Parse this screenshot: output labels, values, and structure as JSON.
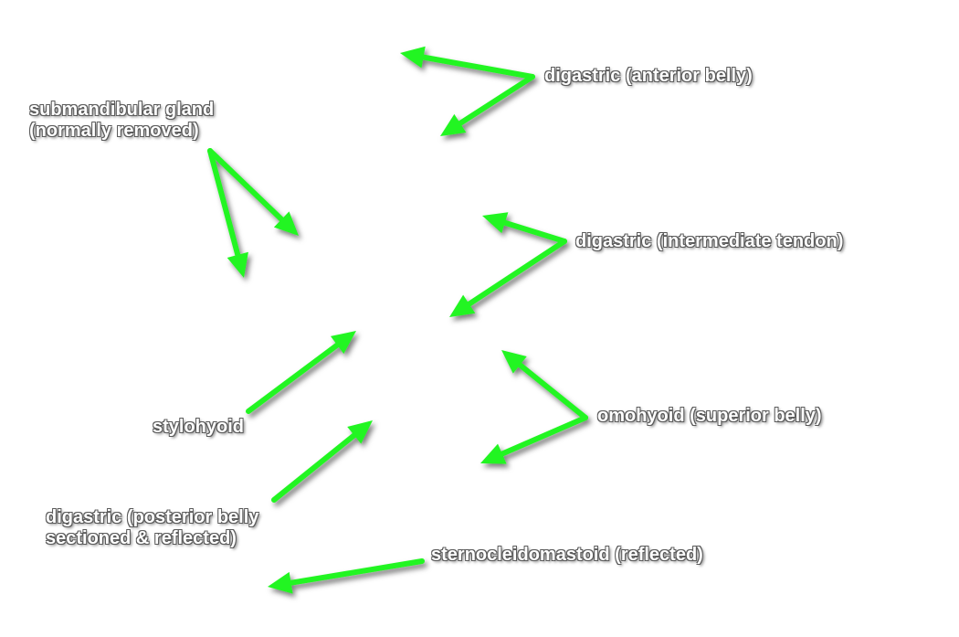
{
  "colors": {
    "arrow": "#22f522",
    "label_text": "#ffffff",
    "label_outline": "#5a5a5a",
    "background": "#ffffff"
  },
  "labels": {
    "digastric_anterior": "digastric (anterior belly)",
    "submandibular_line1": "submandibular gland",
    "submandibular_line2": "(normally removed)",
    "digastric_intermediate": "digastric (intermediate tendon)",
    "omohyoid": "omohyoid (superior belly)",
    "stylohyoid": "stylohyoid",
    "digastric_posterior_line1": "digastric (posterior belly",
    "digastric_posterior_line2": "sectioned & reflected)",
    "sternocleidomastoid": "sternocleidomastoid (reflected)"
  }
}
